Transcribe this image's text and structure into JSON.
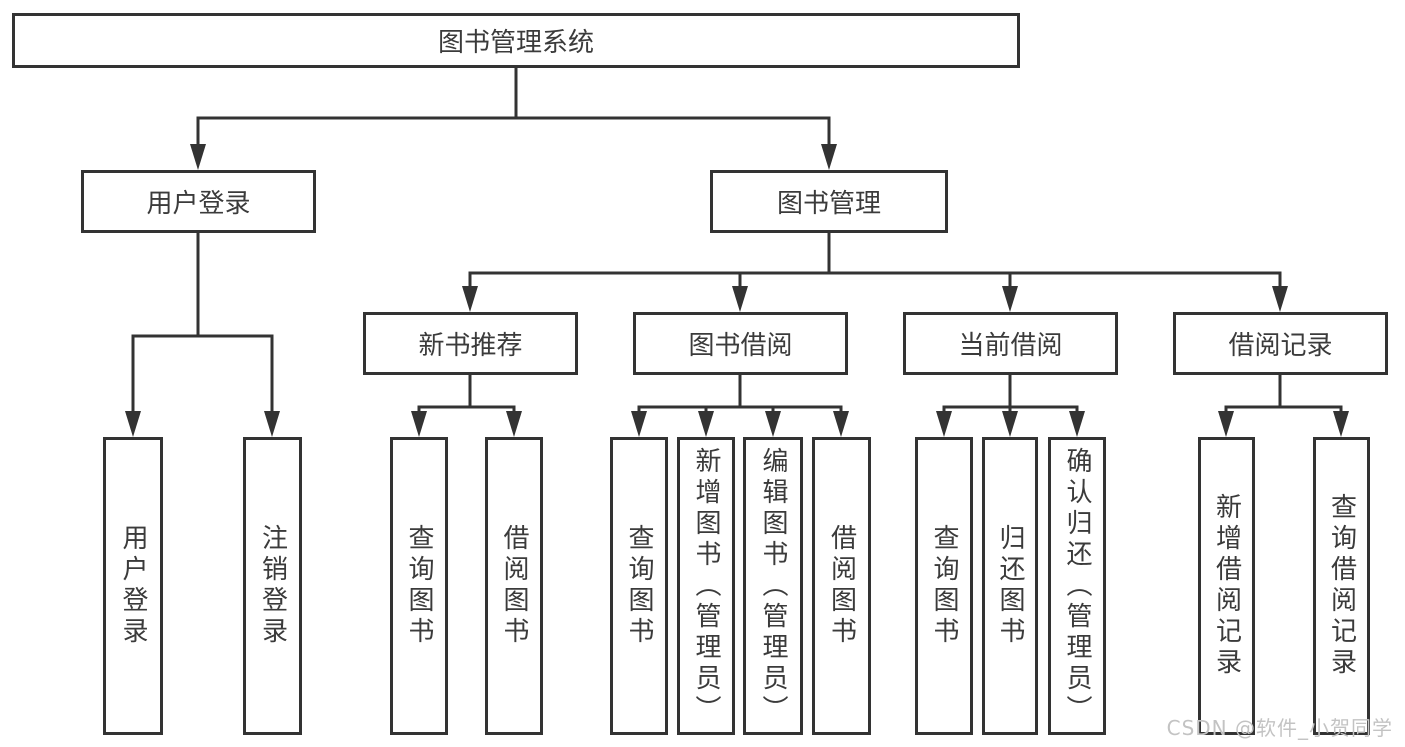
{
  "tree": {
    "root": "图书管理系统",
    "branches": [
      {
        "label": "用户登录",
        "children": [
          "用户登录",
          "注销登录"
        ]
      },
      {
        "label": "图书管理",
        "children": [
          {
            "label": "新书推荐",
            "children": [
              "查询图书",
              "借阅图书"
            ]
          },
          {
            "label": "图书借阅",
            "children": [
              "查询图书",
              "新增图书（管理员）",
              "编辑图书（管理员）",
              "借阅图书"
            ]
          },
          {
            "label": "当前借阅",
            "children": [
              "查询图书",
              "归还图书",
              "确认归还（管理员）"
            ]
          },
          {
            "label": "借阅记录",
            "children": [
              "新增借阅记录",
              "查询借阅记录"
            ]
          }
        ]
      }
    ]
  },
  "watermark": "CSDN @软件_小贺同学",
  "colors": {
    "line": "#333333",
    "text": "#3b3b3b",
    "background": "#ffffff",
    "watermark": "#c3c3c3"
  }
}
